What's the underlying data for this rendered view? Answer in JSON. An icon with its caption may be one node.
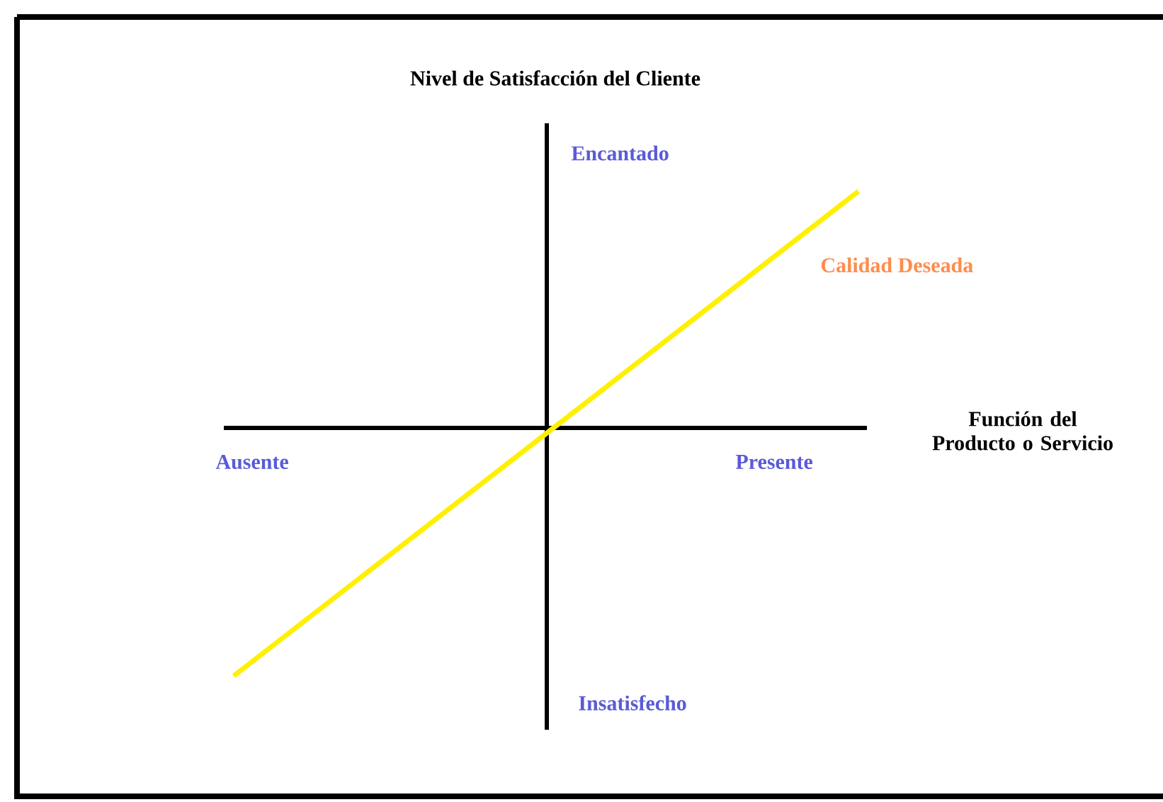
{
  "diagram": {
    "title": "Nivel de Satisfacción del Cliente",
    "labels": [
      "Encantado",
      "Calidad Deseada",
      "Función del Producto o Servicio",
      "Ausente",
      "Presente",
      "Insatisfecho"
    ]
  }
}
